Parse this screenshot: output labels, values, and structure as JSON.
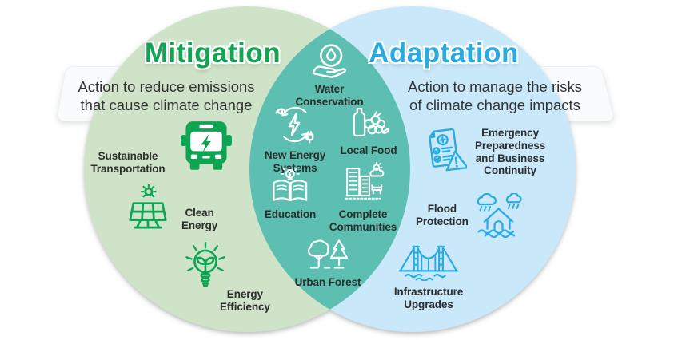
{
  "venn": {
    "mitigation": {
      "title": "Mitigation",
      "subtitle": "Action to reduce emissions\nthat cause climate change",
      "title_color": "#12A452",
      "circle_fill": "#CFE3C8",
      "icon_color": "#0DA551",
      "items": [
        {
          "label": "Sustainable\nTransportation",
          "icon": "electric-bus-icon"
        },
        {
          "label": "Clean\nEnergy",
          "icon": "solar-panel-icon"
        },
        {
          "label": "Energy\nEfficiency",
          "icon": "eco-lightbulb-icon"
        }
      ]
    },
    "overlap": {
      "fill": "#5CBFB1",
      "icon_color": "#FFFFFF",
      "items": [
        {
          "label": "Water\nConservation",
          "icon": "water-drop-hand-icon"
        },
        {
          "label": "New Energy\nSystems",
          "icon": "renewable-cycle-icon"
        },
        {
          "label": "Local Food",
          "icon": "groceries-icon"
        },
        {
          "label": "Education",
          "icon": "open-book-bulb-icon"
        },
        {
          "label": "Complete\nCommunities",
          "icon": "city-buildings-icon"
        },
        {
          "label": "Urban Forest",
          "icon": "trees-icon"
        }
      ]
    },
    "adaptation": {
      "title": "Adaptation",
      "subtitle": "Action to manage the risks\nof climate change impacts",
      "title_color": "#29ABE2",
      "circle_fill": "#C9E8FA",
      "icon_color": "#29ABE2",
      "items": [
        {
          "label": "Emergency\nPreparedness\nand Business\nContinuity",
          "icon": "emergency-plan-icon"
        },
        {
          "label": "Flood\nProtection",
          "icon": "flood-house-icon"
        },
        {
          "label": "Infrastructure\nUpgrades",
          "icon": "suspension-bridge-icon"
        }
      ]
    }
  }
}
